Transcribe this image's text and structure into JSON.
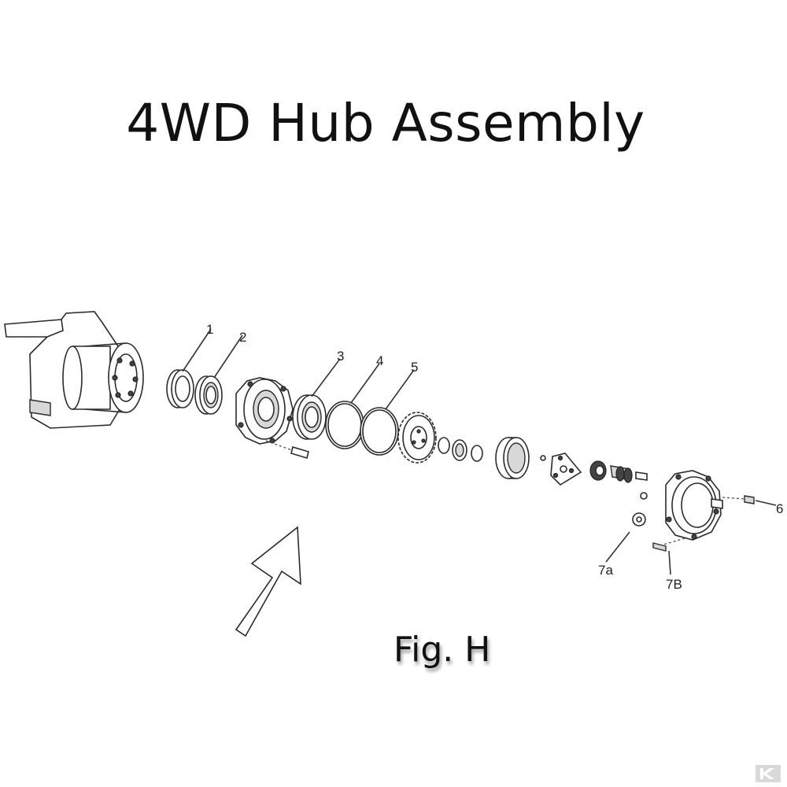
{
  "title": "4WD Hub Assembly",
  "figure_label": "Fig. H",
  "callouts": {
    "c1": "1",
    "c2": "2",
    "c3": "3",
    "c4": "4",
    "c5": "5",
    "c6": "6",
    "c7a": "7a",
    "c7b": "7B"
  }
}
